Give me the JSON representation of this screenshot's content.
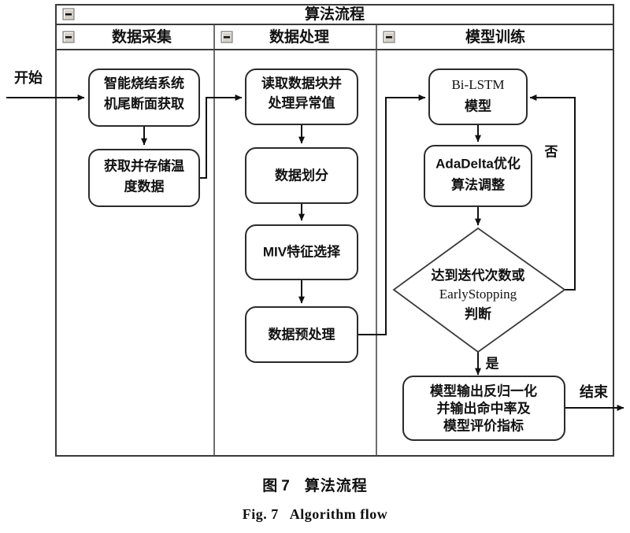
{
  "figure": {
    "caption_cn_prefix": "图",
    "caption_cn_number": "7",
    "caption_cn_title": "算法流程",
    "caption_en_prefix": "Fig. 7",
    "caption_en_title": "Algorithm flow"
  },
  "container": {
    "title": "算法流程",
    "collapse_icon": "collapse-minus-icon"
  },
  "lanes": [
    {
      "id": "lane-data-collection",
      "title": "数据采集",
      "collapse_icon": "collapse-minus-icon"
    },
    {
      "id": "lane-data-processing",
      "title": "数据处理",
      "collapse_icon": "collapse-minus-icon"
    },
    {
      "id": "lane-model-training",
      "title": "模型训练",
      "collapse_icon": "collapse-minus-icon"
    }
  ],
  "terminals": {
    "start": "开始",
    "end": "结束"
  },
  "nodes": {
    "n1": {
      "lane": "lane-data-collection",
      "type": "process",
      "lines": [
        "智能烧结系统",
        "机尾断面获取"
      ]
    },
    "n2": {
      "lane": "lane-data-collection",
      "type": "process",
      "lines": [
        "获取并存储温",
        "度数据"
      ]
    },
    "n3": {
      "lane": "lane-data-processing",
      "type": "process",
      "lines": [
        "读取数据块并",
        "处理异常值"
      ]
    },
    "n4": {
      "lane": "lane-data-processing",
      "type": "process",
      "lines": [
        "数据划分"
      ]
    },
    "n5": {
      "lane": "lane-data-processing",
      "type": "process",
      "lines": [
        "MIV特征选择"
      ]
    },
    "n6": {
      "lane": "lane-data-processing",
      "type": "process",
      "lines": [
        "数据预处理"
      ]
    },
    "n7": {
      "lane": "lane-model-training",
      "type": "process",
      "lines": [
        "Bi-LSTM",
        "模型"
      ]
    },
    "n8": {
      "lane": "lane-model-training",
      "type": "process",
      "lines": [
        "AdaDelta优化",
        "算法调整"
      ]
    },
    "n9": {
      "lane": "lane-model-training",
      "type": "decision",
      "lines": [
        "达到迭代次数或",
        "EarlyStopping",
        "判断"
      ]
    },
    "n10": {
      "lane": "lane-model-training",
      "type": "process",
      "lines": [
        "模型输出反归一化",
        "并输出命中率及",
        "模型评价指标"
      ]
    }
  },
  "edge_labels": {
    "decision_no": "否",
    "decision_yes": "是"
  },
  "colors": {
    "frame": "#3a3a3a",
    "node_stroke": "#2b2b2b",
    "connector": "#111111",
    "text": "#111111",
    "background": "#ffffff",
    "collapse_button": "#d4d0c8"
  }
}
